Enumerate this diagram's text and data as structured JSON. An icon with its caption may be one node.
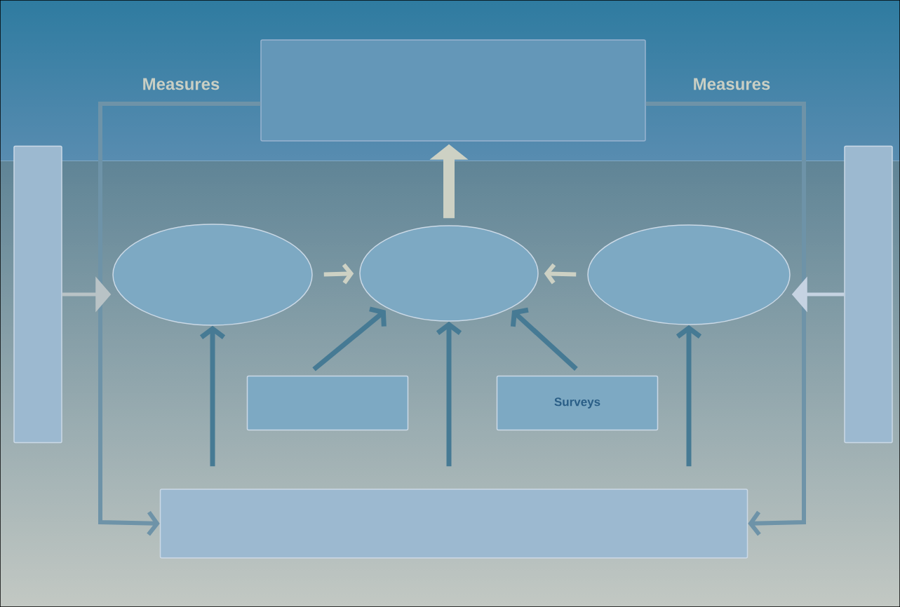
{
  "diagram": {
    "nodes": [
      {
        "text": [],
        "shape": "box"
      },
      {
        "text": [],
        "shape": "bar"
      },
      {
        "text": [],
        "shape": "bar"
      },
      {
        "text": [],
        "shape": "ellipse"
      },
      {
        "text": [],
        "shape": "ellipse"
      },
      {
        "text": [],
        "shape": "ellipse"
      },
      {
        "text": [],
        "shape": "box"
      },
      {
        "text": [
          "Surveys"
        ]
      },
      {
        "text": [],
        "shape": "box"
      }
    ],
    "edges": [
      {
        "from": 4,
        "to": 0,
        "arrow": "to",
        "style": "thick",
        "color": "#cdd1c4"
      },
      {
        "from": 3,
        "to": 4,
        "arrow": "to",
        "color": "#cdd1c4"
      },
      {
        "from": 5,
        "to": 4,
        "arrow": "to",
        "color": "#cdd1c4"
      },
      {
        "from": 6,
        "to": 4,
        "arrow": "to"
      },
      {
        "from": 7,
        "to": 4,
        "arrow": "to"
      },
      {
        "from": 8,
        "to": 3,
        "arrow": "to"
      },
      {
        "from": 8,
        "to": 4,
        "arrow": "to"
      },
      {
        "from": 8,
        "to": 5,
        "arrow": "to"
      },
      {
        "from": 0,
        "to": 8,
        "arrow": "to",
        "label": "Measures",
        "color": "#6e93a8"
      },
      {
        "from": 0,
        "to": 8,
        "arrow": "to",
        "label": "Measures",
        "color": "#6e93a8"
      },
      {
        "from": 1,
        "to": 3,
        "arrow": "to",
        "color": "#b9c3c6"
      },
      {
        "from": 2,
        "to": 5,
        "arrow": "to",
        "color": "#c6d3e2"
      }
    ]
  }
}
